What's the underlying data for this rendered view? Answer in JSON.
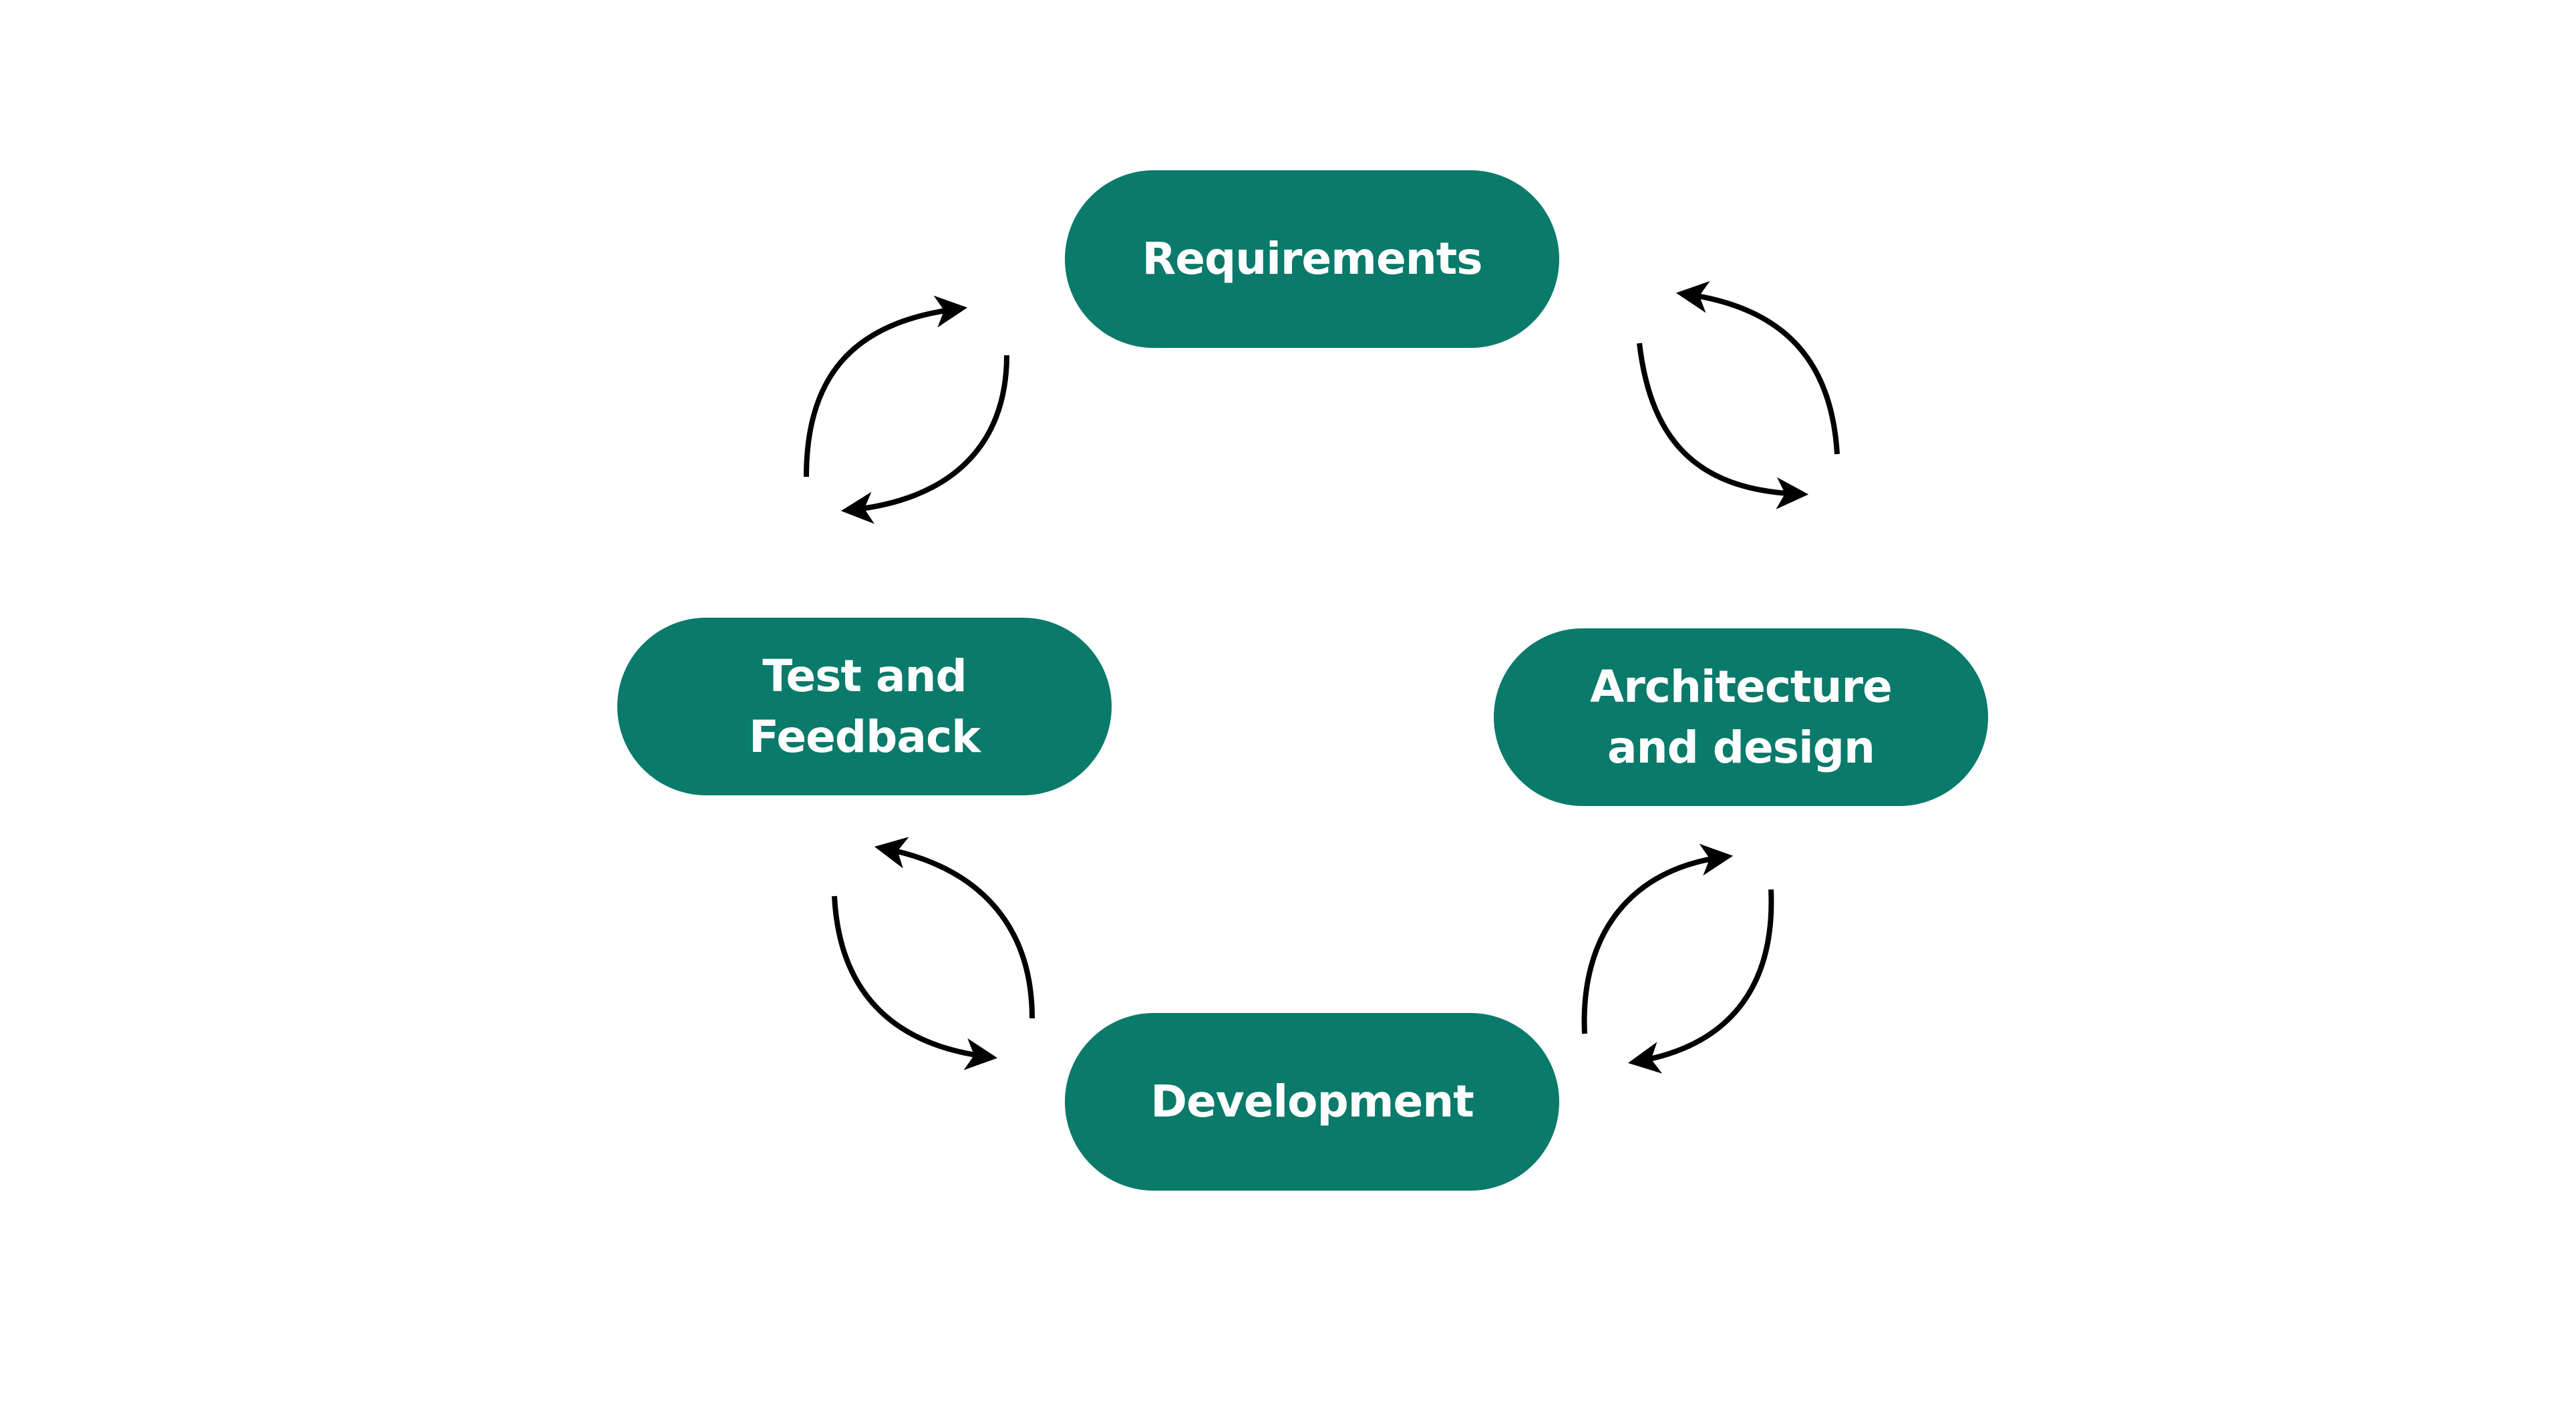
{
  "diagram": {
    "type": "cycle",
    "node_color": "#0a7a6a",
    "text_color": "#ffffff",
    "arrow_color": "#000000",
    "nodes": [
      {
        "id": "requirements",
        "label": "Requirements"
      },
      {
        "id": "architecture",
        "label": "Architecture and design"
      },
      {
        "id": "development",
        "label": "Development"
      },
      {
        "id": "test",
        "label": "Test and Feedback"
      }
    ],
    "connections": [
      {
        "from": "requirements",
        "to": "architecture",
        "bidirectional": true
      },
      {
        "from": "architecture",
        "to": "development",
        "bidirectional": true
      },
      {
        "from": "development",
        "to": "test",
        "bidirectional": true
      },
      {
        "from": "test",
        "to": "requirements",
        "bidirectional": true
      }
    ]
  }
}
